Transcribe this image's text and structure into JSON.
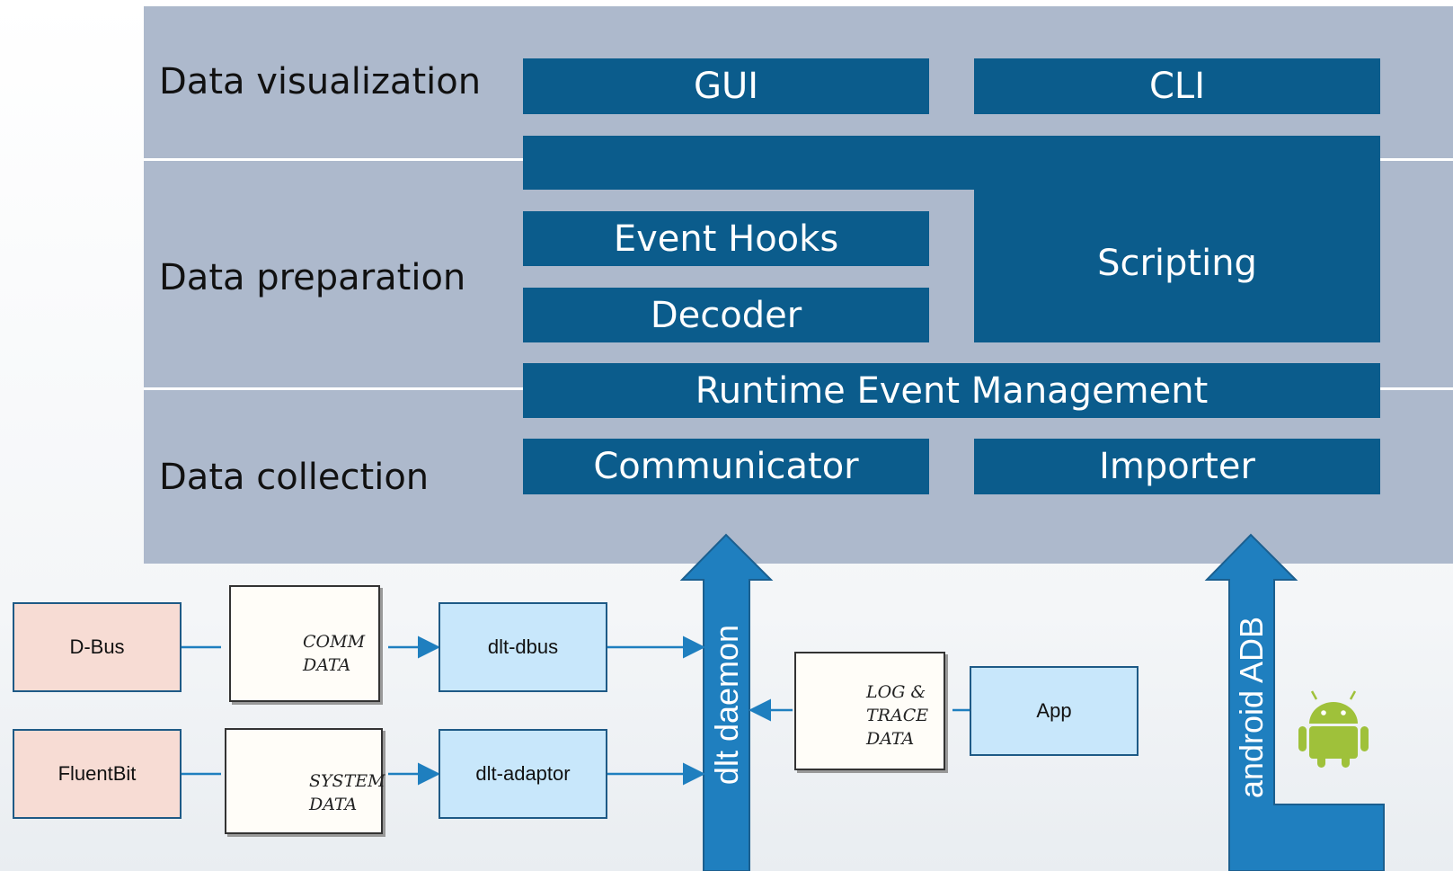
{
  "layers": {
    "visualization": "Data visualization",
    "preparation": "Data preparation",
    "collection": "Data collection"
  },
  "blocks": {
    "gui": "GUI",
    "cli": "CLI",
    "event_hooks": "Event Hooks",
    "scripting": "Scripting",
    "decoder": "Decoder",
    "runtime": "Runtime Event Management",
    "communicator": "Communicator",
    "importer": "Importer"
  },
  "nodes": {
    "dbus": "D-Bus",
    "fluentbit": "FluentBit",
    "dlt_dbus": "dlt-dbus",
    "dlt_adaptor": "dlt-adaptor",
    "app": "App"
  },
  "sketches": {
    "comm": "COMM\nDATA",
    "system": "SYSTEM\nDATA",
    "log": "LOG &\nTRACE\nDATA"
  },
  "pipes": {
    "dlt_daemon": "dlt daemon",
    "android_adb": "android ADB"
  },
  "colors": {
    "panel": "#adb9cc",
    "block": "#0b5c8c",
    "pipe": "#1f7fbf",
    "source_fill": "#f7dcd4",
    "adapter_fill": "#c8e7fb",
    "android": "#9fc13a"
  },
  "icons": {
    "android": "android-robot-icon"
  }
}
